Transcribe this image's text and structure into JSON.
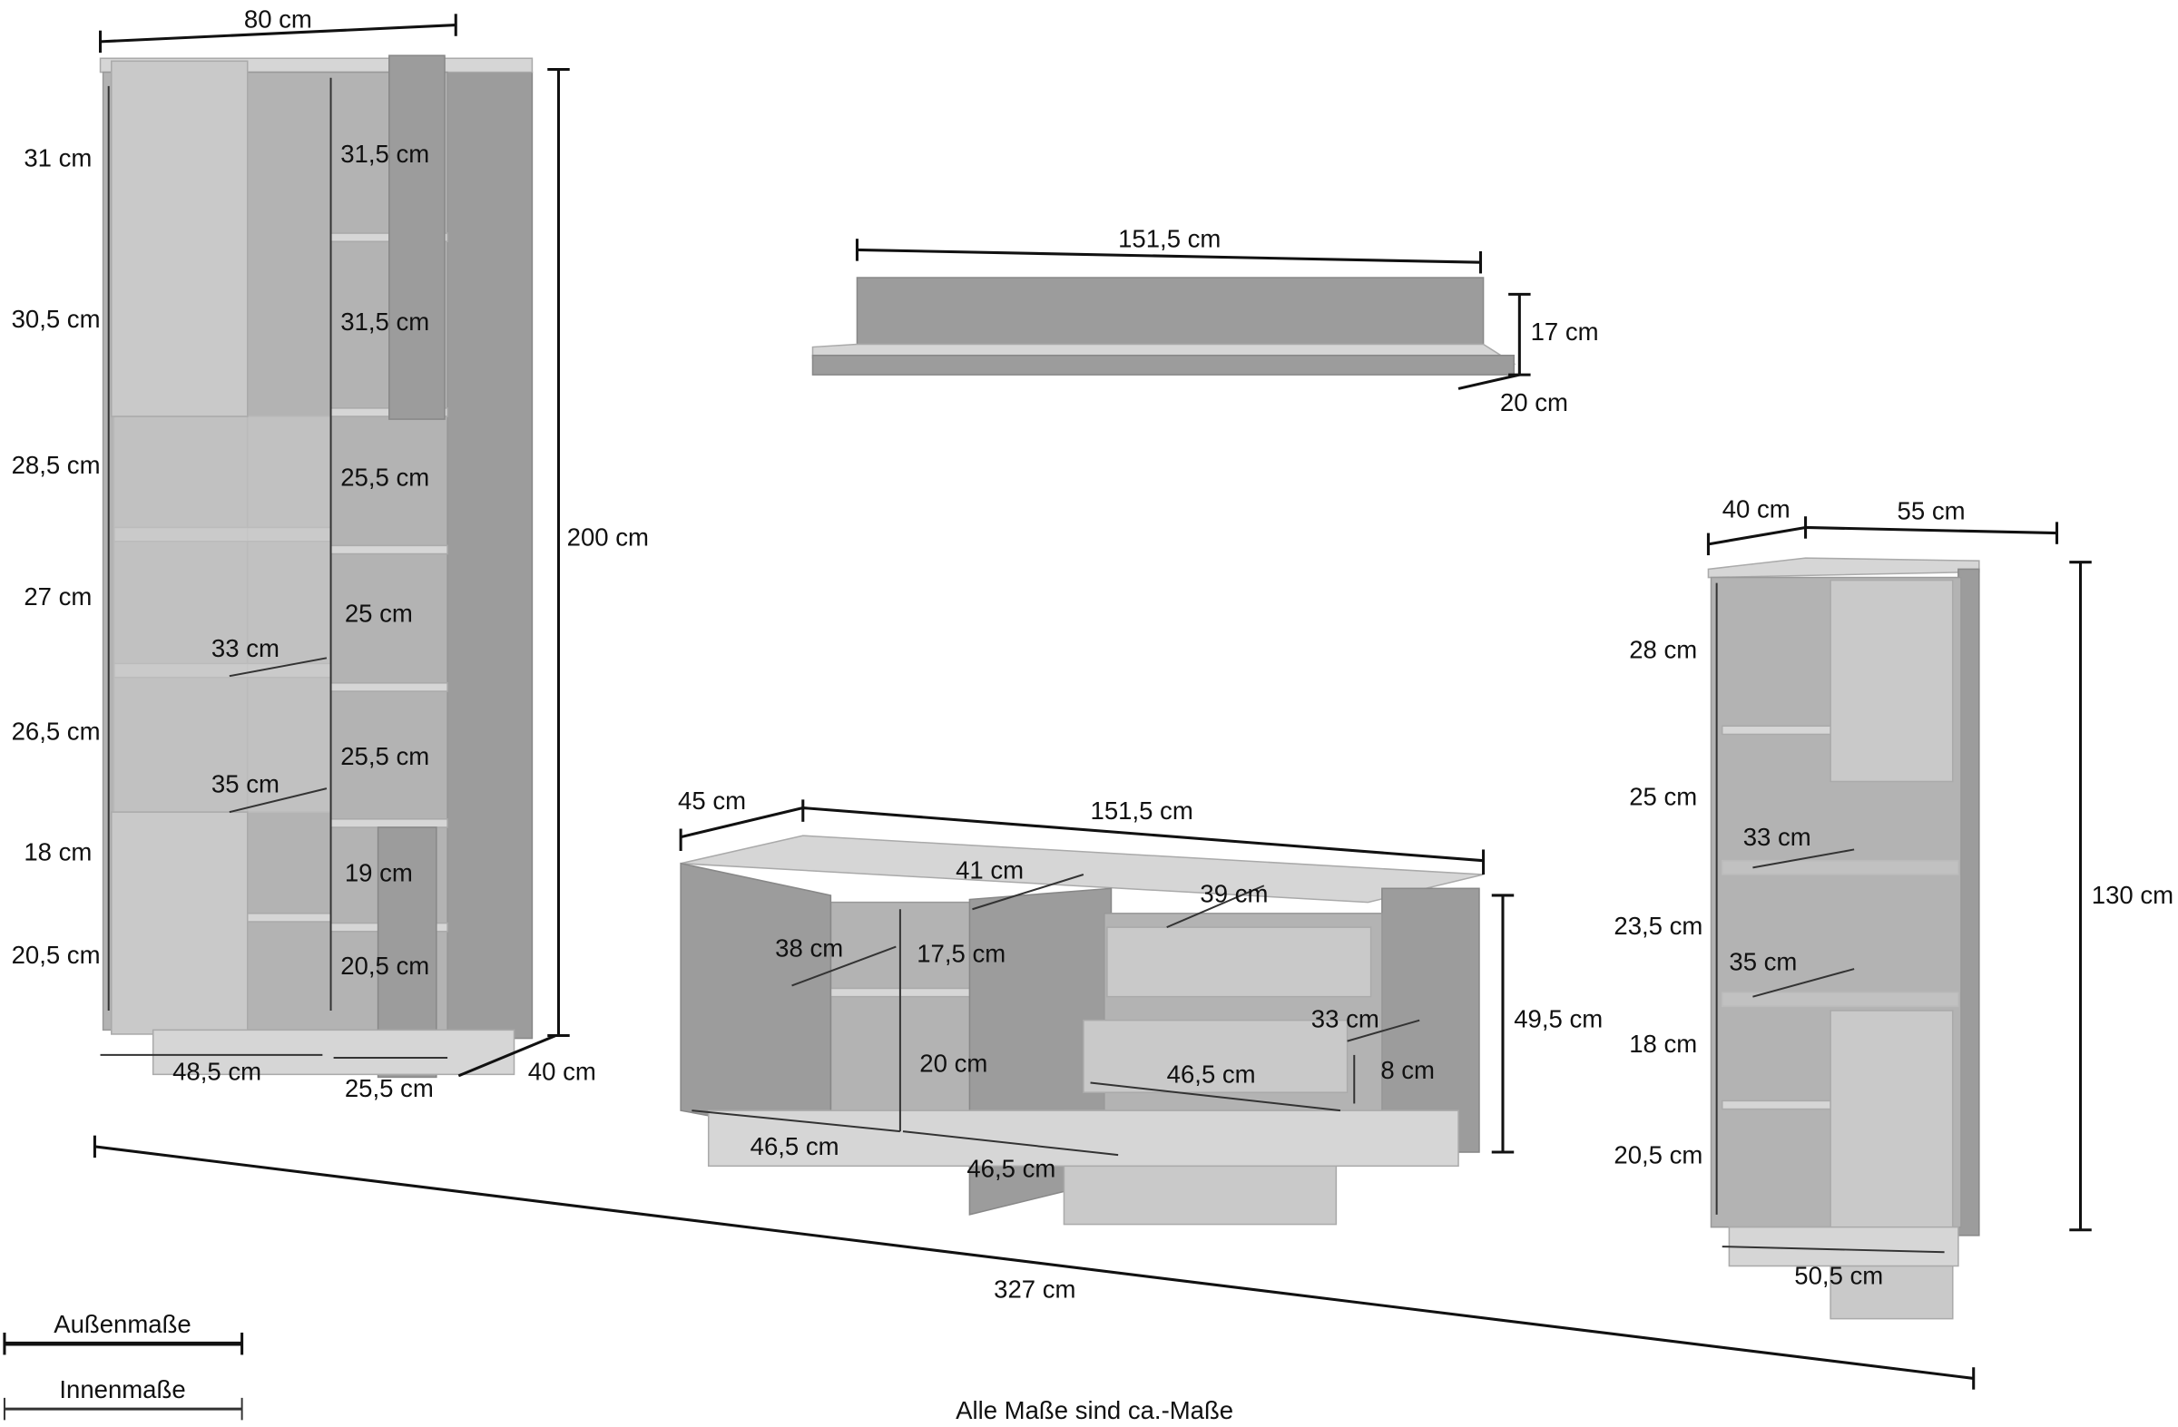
{
  "tall_cabinet": {
    "width": "80 cm",
    "height": "200 cm",
    "depth": "40 cm",
    "left_column": [
      "31 cm",
      "30,5 cm",
      "28,5 cm",
      "27 cm",
      "26,5 cm",
      "18 cm",
      "20,5 cm"
    ],
    "right_column": [
      "31,5 cm",
      "31,5 cm",
      "25,5 cm",
      "25 cm",
      "25,5 cm",
      "19 cm",
      "20,5 cm"
    ],
    "shelf_depths": [
      "33 cm",
      "35 cm"
    ],
    "inner_left_width": "48,5 cm",
    "inner_right_width": "25,5 cm"
  },
  "wall_shelf": {
    "width": "151,5 cm",
    "height": "17 cm",
    "depth": "20 cm"
  },
  "sideboard": {
    "depth": "45 cm",
    "width": "151,5 cm",
    "height": "49,5 cm",
    "shelf_depth_top": "41 cm",
    "drawer_depth_top": "39 cm",
    "inner_depth_left": "38 cm",
    "compartment_top": "17,5 cm",
    "compartment_bottom": "20 cm",
    "drawer_depth": "33 cm",
    "drawer_height": "8 cm",
    "drawer_width": "46,5 cm",
    "inner_width_left": "46,5 cm",
    "inner_width_middle": "46,5 cm"
  },
  "small_cabinet": {
    "depth": "40 cm",
    "width": "55 cm",
    "height": "130 cm",
    "compartments": [
      "28 cm",
      "25 cm",
      "23,5 cm",
      "18 cm",
      "20,5 cm"
    ],
    "shelf_depths": [
      "33 cm",
      "35 cm"
    ],
    "inner_width": "50,5 cm"
  },
  "total_width": "327 cm",
  "legend": {
    "outer": "Außenmaße",
    "inner": "Innenmaße"
  },
  "footnote": "Alle Maße sind ca.-Maße"
}
